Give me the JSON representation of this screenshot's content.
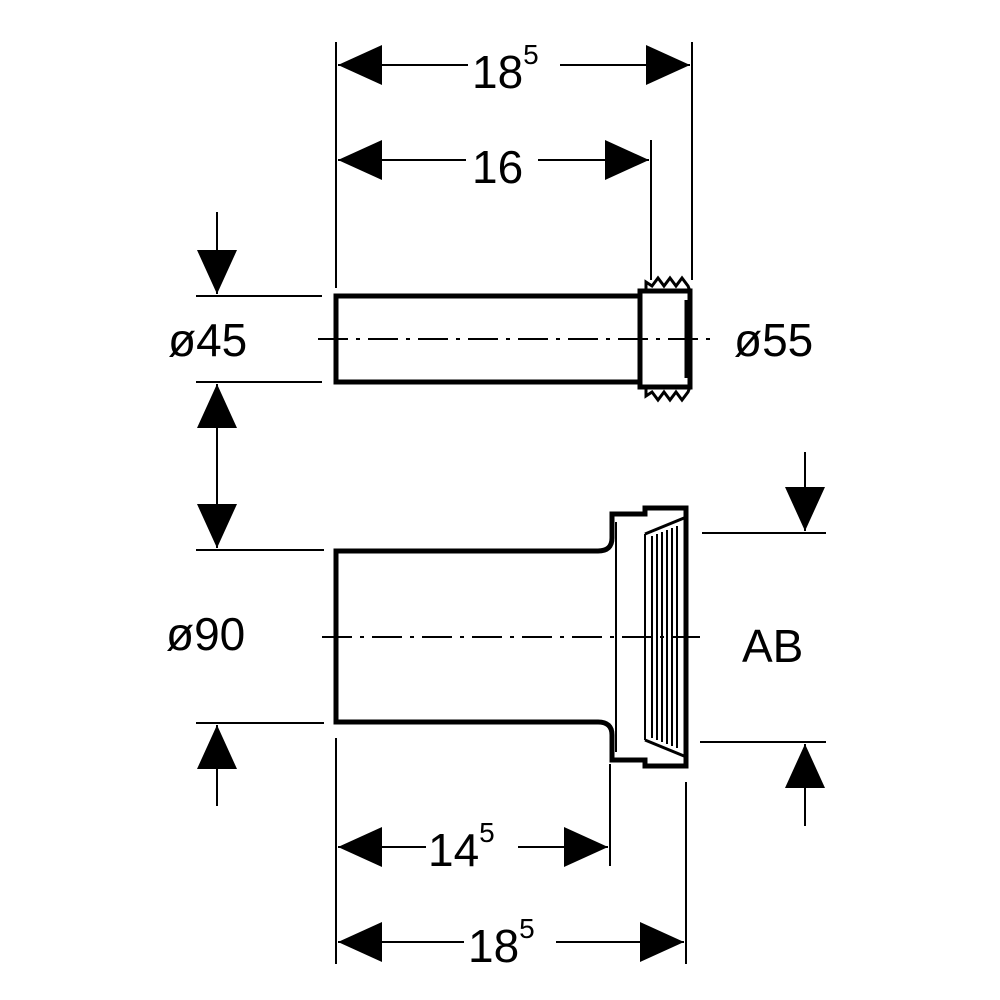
{
  "diagram": {
    "upper_pipe": {
      "total_length": {
        "main": "18",
        "sup": "5"
      },
      "body_length": "16",
      "inner_diameter": "ø45",
      "outer_diameter": "ø55"
    },
    "lower_pipe": {
      "diameter": "ø90",
      "socket_label": "AB",
      "body_length": {
        "main": "14",
        "sup": "5"
      },
      "total_length": {
        "main": "18",
        "sup": "5"
      }
    }
  },
  "colors": {
    "line": "#000000",
    "background": "#ffffff"
  }
}
